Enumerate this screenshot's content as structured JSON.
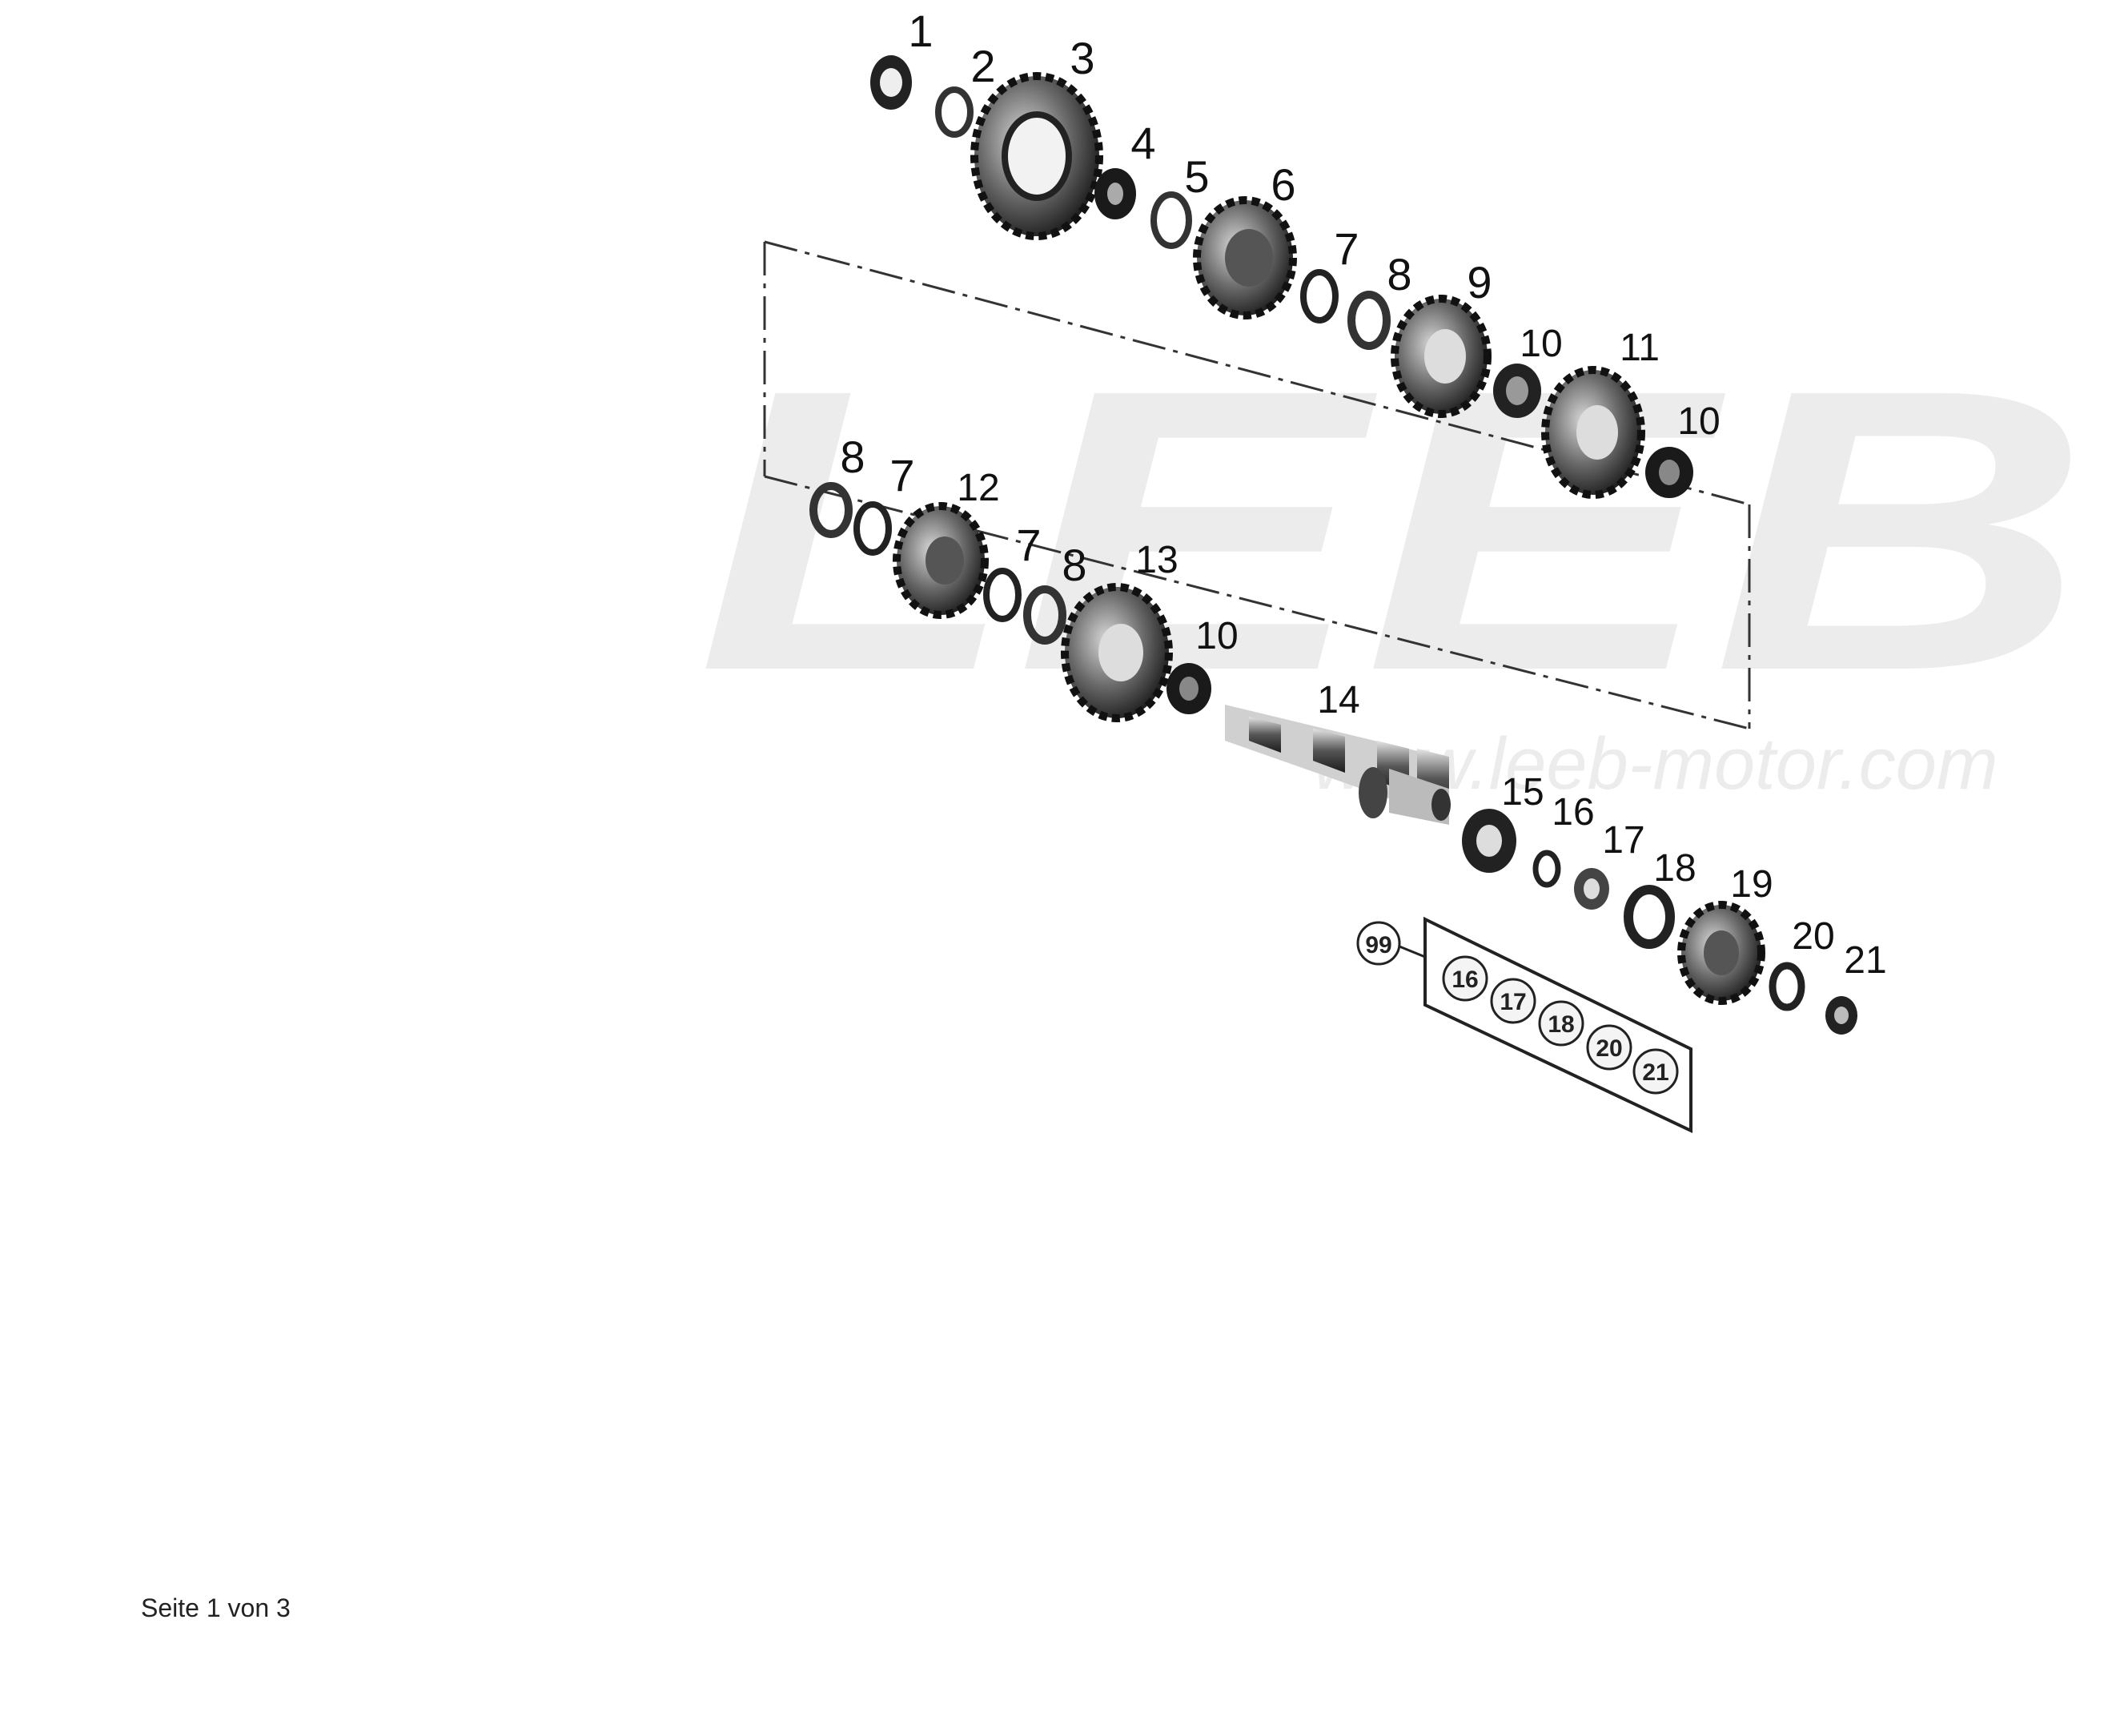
{
  "watermark": {
    "brand": "LEEB",
    "url": "www.leeb-motor.com"
  },
  "callouts": [
    "1",
    "2",
    "3",
    "4",
    "5",
    "6",
    "7",
    "8",
    "9",
    "10",
    "11",
    "10",
    "8",
    "7",
    "12",
    "7",
    "8",
    "13",
    "10",
    "14",
    "15",
    "16",
    "17",
    "18",
    "19",
    "20",
    "21"
  ],
  "kit": {
    "number": "99",
    "contents": [
      "16",
      "17",
      "18",
      "20",
      "21"
    ]
  },
  "footer": {
    "page_text": "Seite 1 von 3"
  }
}
